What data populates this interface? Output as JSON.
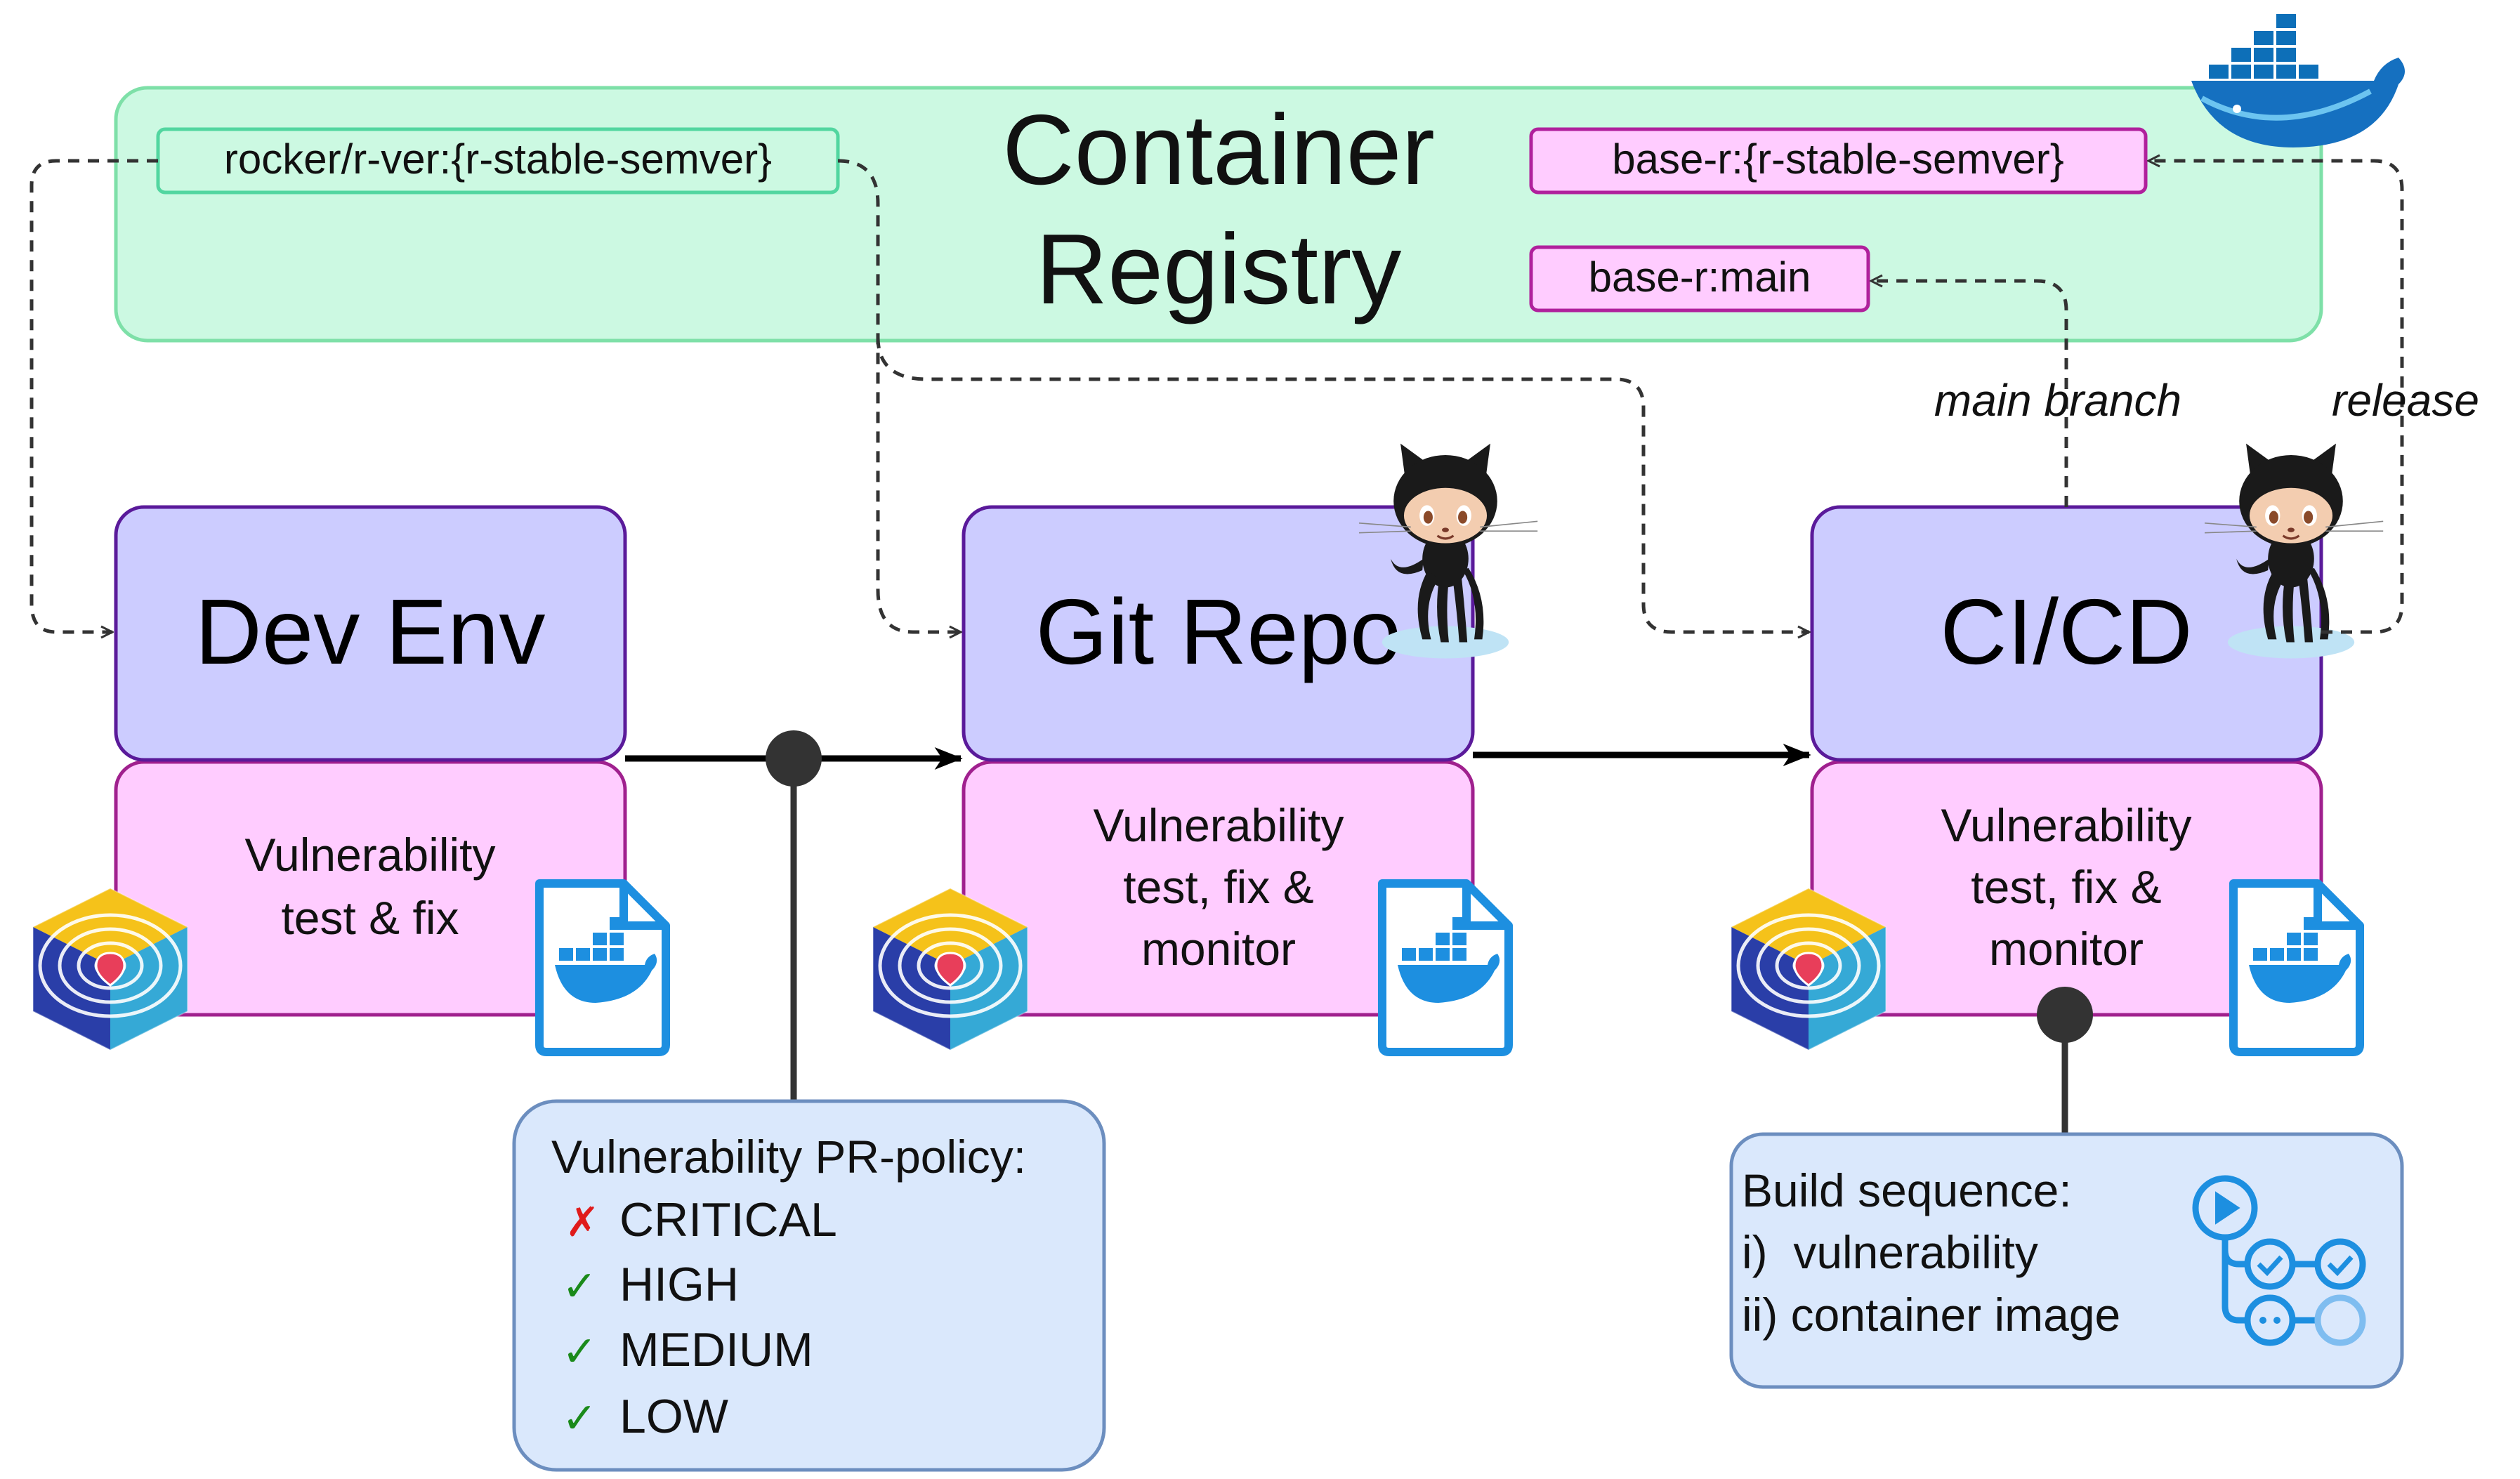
{
  "registry": {
    "title_line1": "Container",
    "title_line2": "Registry",
    "tags": {
      "rocker": "rocker/r-ver:{r-stable-semver}",
      "base_release": "base-r:{r-stable-semver}",
      "base_main": "base-r:main"
    }
  },
  "stages": {
    "dev": {
      "title": "Dev Env",
      "desc_line1": "Vulnerability",
      "desc_line2": "test & fix"
    },
    "git": {
      "title": "Git Repo",
      "desc_line1": "Vulnerability",
      "desc_line2": "test, fix &",
      "desc_line3": "monitor"
    },
    "ci": {
      "title": "CI/CD",
      "desc_line1": "Vulnerability",
      "desc_line2": "test, fix &",
      "desc_line3": "monitor"
    }
  },
  "edge_labels": {
    "main_branch": "main branch",
    "release": "release"
  },
  "policy": {
    "title": "Vulnerability PR-policy:",
    "items": [
      {
        "mark": "✗",
        "label": "CRITICAL",
        "status": "blocked"
      },
      {
        "mark": "✓",
        "label": "HIGH",
        "status": "allowed"
      },
      {
        "mark": "✓",
        "label": "MEDIUM",
        "status": "allowed"
      },
      {
        "mark": "✓",
        "label": "LOW",
        "status": "allowed"
      }
    ]
  },
  "build": {
    "title": "Build sequence:",
    "step1": "i)  vulnerability",
    "step2": "ii) container image"
  },
  "colors": {
    "registry_fill": "#ccf9e2",
    "registry_stroke": "#7ee0a8",
    "stage_fill": "#ccccff",
    "stage_stroke": "#5a1a9a",
    "desc_fill": "#ffccff",
    "desc_stroke": "#a0208e",
    "note_fill": "#dae8fc",
    "note_stroke": "#6c8ebf",
    "docker_blue": "#1d8fe0",
    "cross_red": "#e01b1b",
    "check_green": "#1a8a1a"
  },
  "icons": [
    "docker-whale-icon",
    "github-octocat-icon",
    "snyk-radar-cube-icon",
    "dockerfile-icon",
    "github-actions-workflow-icon"
  ]
}
